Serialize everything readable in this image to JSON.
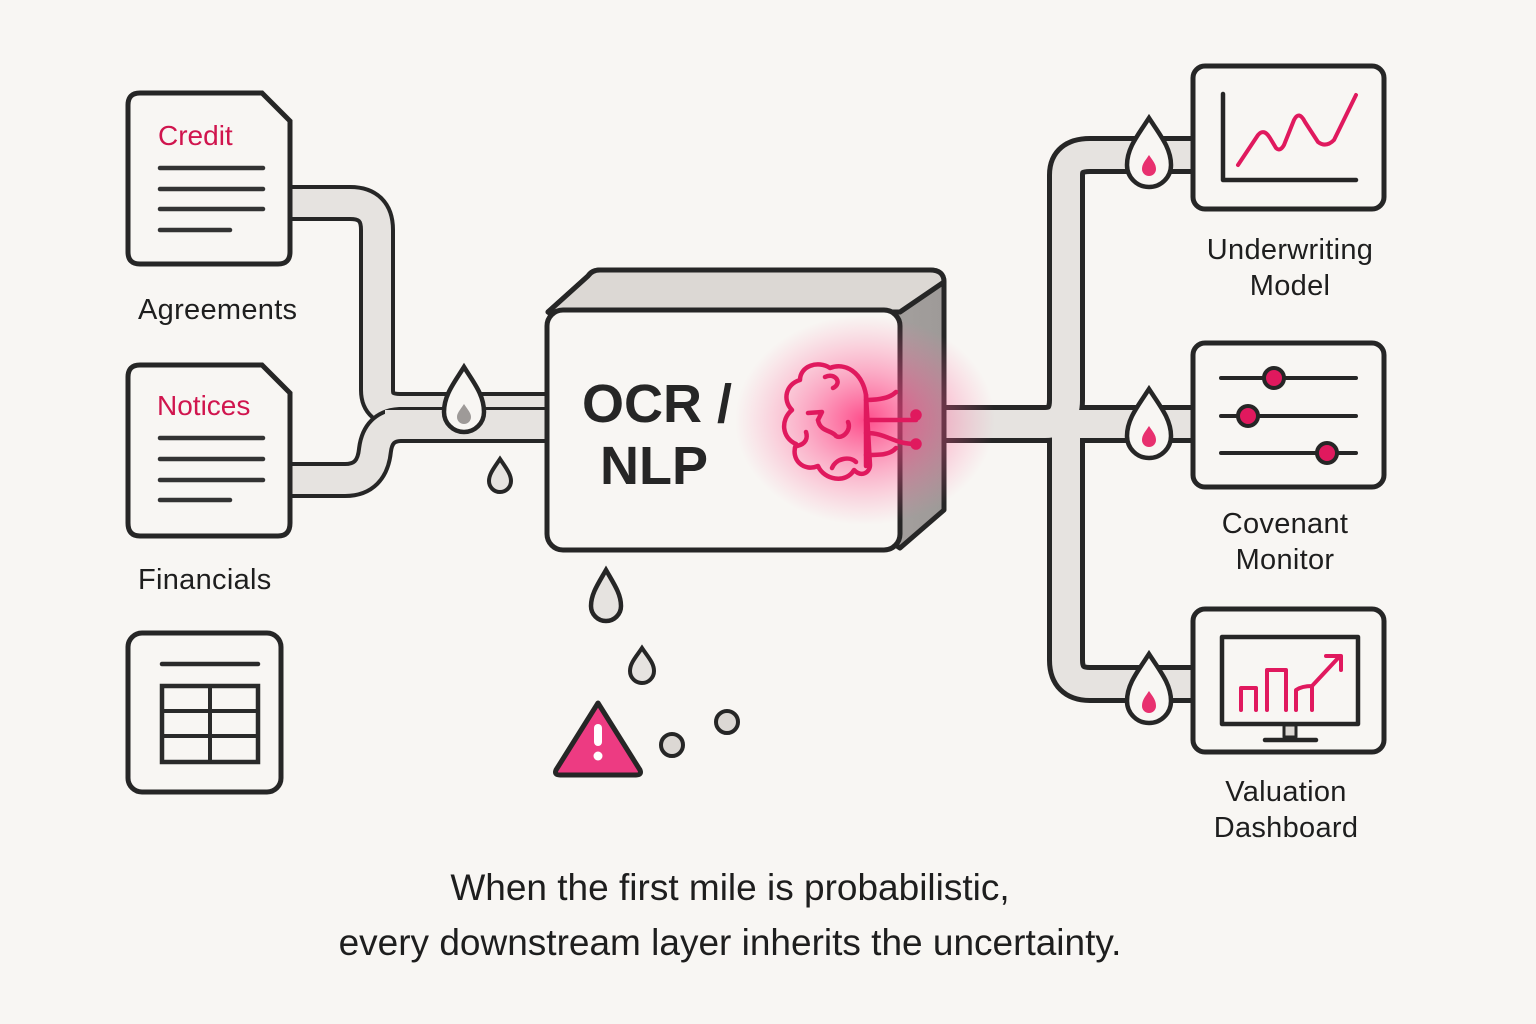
{
  "inputs": [
    {
      "id": "credit",
      "doc_heading": "Credit",
      "label": "Agreements"
    },
    {
      "id": "notices",
      "doc_heading": "Notices",
      "label": "Financials"
    },
    {
      "id": "table",
      "doc_heading": "",
      "label": ""
    }
  ],
  "processor": {
    "line1": "OCR /",
    "line2": "NLP",
    "icon": "brain-circuit-icon"
  },
  "outputs": [
    {
      "id": "underwriting",
      "line1": "Underwriting",
      "line2": "Model",
      "icon": "line-chart-icon"
    },
    {
      "id": "covenant",
      "line1": "Covenant",
      "line2": "Monitor",
      "icon": "sliders-icon"
    },
    {
      "id": "valuation",
      "line1": "Valuation",
      "line2": "Dashboard",
      "icon": "monitor-bar-chart-icon"
    }
  ],
  "warning": {
    "icon": "warning-triangle-icon"
  },
  "caption": {
    "line1": "When the first mile is probabilistic,",
    "line2": "every downstream layer inherits the uncertainty."
  },
  "colors": {
    "accent": "#e8306f",
    "ink": "#262626",
    "pipe_fill": "#e6e3e0",
    "background": "#f8f6f3"
  }
}
